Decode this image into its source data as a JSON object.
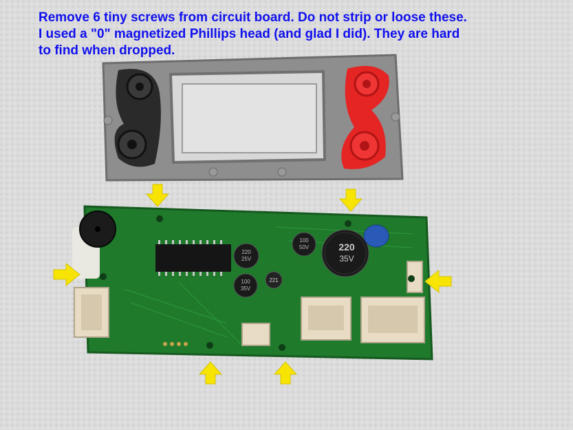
{
  "caption": {
    "line1": "Remove 6 tiny screws from circuit board.  Do not strip or loose these.",
    "line2": "I used a \"0\" magnetized Phillips head (and glad I did).  They are hard",
    "line3": "to find when dropped."
  },
  "components": {
    "cap1_text": "100",
    "cap1_text2": "50V",
    "cap2_text": "220",
    "cap2_text2": "25V",
    "cap3_text": "220",
    "cap3_text2": "35V",
    "cap4_text": "100",
    "cap4_text2": "35V",
    "small_text": "221"
  },
  "arrow_count": 6,
  "colors": {
    "caption": "#1010ee",
    "arrow": "#f7e500",
    "pcb": "#1f7a2c",
    "frame": "#8e8e8e",
    "red_part": "#e52424",
    "black_part": "#2a2a2a"
  }
}
